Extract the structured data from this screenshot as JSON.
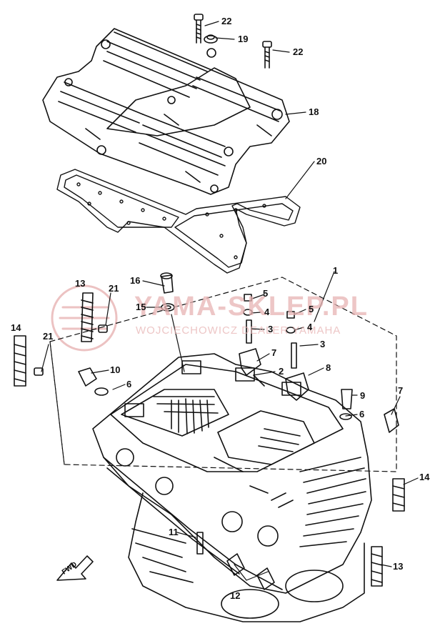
{
  "diagram": {
    "callouts": [
      {
        "id": "c22a",
        "text": "22"
      },
      {
        "id": "c19",
        "text": "19"
      },
      {
        "id": "c22b",
        "text": "22"
      },
      {
        "id": "c18",
        "text": "18"
      },
      {
        "id": "c20",
        "text": "20"
      },
      {
        "id": "c1",
        "text": "1"
      },
      {
        "id": "c16",
        "text": "16"
      },
      {
        "id": "c13a",
        "text": "13"
      },
      {
        "id": "c21a",
        "text": "21"
      },
      {
        "id": "c15",
        "text": "15"
      },
      {
        "id": "c5a",
        "text": "5"
      },
      {
        "id": "c4a",
        "text": "4"
      },
      {
        "id": "c3a",
        "text": "3"
      },
      {
        "id": "c5b",
        "text": "5"
      },
      {
        "id": "c4b",
        "text": "4"
      },
      {
        "id": "c3b",
        "text": "3"
      },
      {
        "id": "c14a",
        "text": "14"
      },
      {
        "id": "c21b",
        "text": "21"
      },
      {
        "id": "c7a",
        "text": "7"
      },
      {
        "id": "c2",
        "text": "2"
      },
      {
        "id": "c8",
        "text": "8"
      },
      {
        "id": "c10",
        "text": "10"
      },
      {
        "id": "c6a",
        "text": "6"
      },
      {
        "id": "c9",
        "text": "9"
      },
      {
        "id": "c6b",
        "text": "6"
      },
      {
        "id": "c7b",
        "text": "7"
      },
      {
        "id": "c14b",
        "text": "14"
      },
      {
        "id": "c11",
        "text": "11"
      },
      {
        "id": "c13b",
        "text": "13"
      },
      {
        "id": "c12",
        "text": "12"
      }
    ],
    "direction_marker": "FWD"
  },
  "watermark": {
    "title": "YAMA-SKLEP.PL",
    "subtitle": "WOJCIECHOWICZ DEALER YAMAHA",
    "color": "#e8b4b4"
  }
}
